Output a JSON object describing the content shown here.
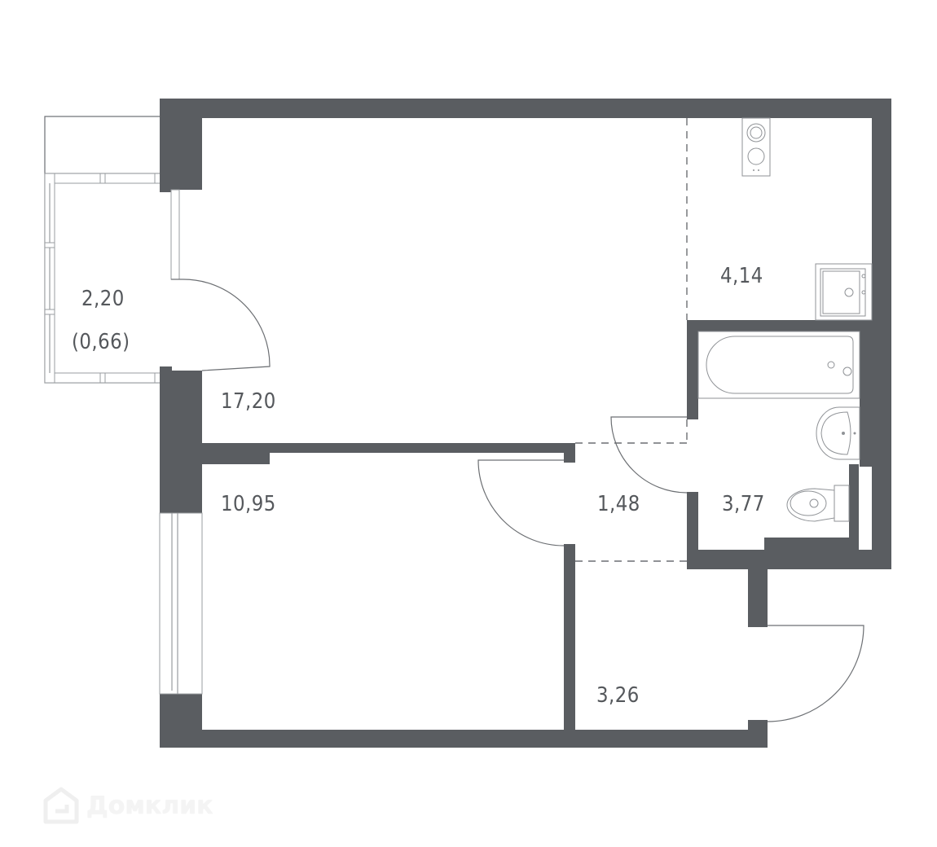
{
  "plan": {
    "wall_color": "#5a5d61",
    "label_color": "#55585c",
    "rooms": [
      {
        "id": "balcony",
        "area": "2,20",
        "sub_area": "(0,66)"
      },
      {
        "id": "living-room",
        "area": "17,20"
      },
      {
        "id": "kitchen",
        "area": "4,14"
      },
      {
        "id": "bathroom",
        "area": "3,77"
      },
      {
        "id": "corridor",
        "area": "1,48"
      },
      {
        "id": "bedroom",
        "area": "10,95"
      },
      {
        "id": "hallway",
        "area": "3,26"
      }
    ]
  },
  "watermark": {
    "text": "Домклик",
    "icon": "house-logo-icon"
  }
}
